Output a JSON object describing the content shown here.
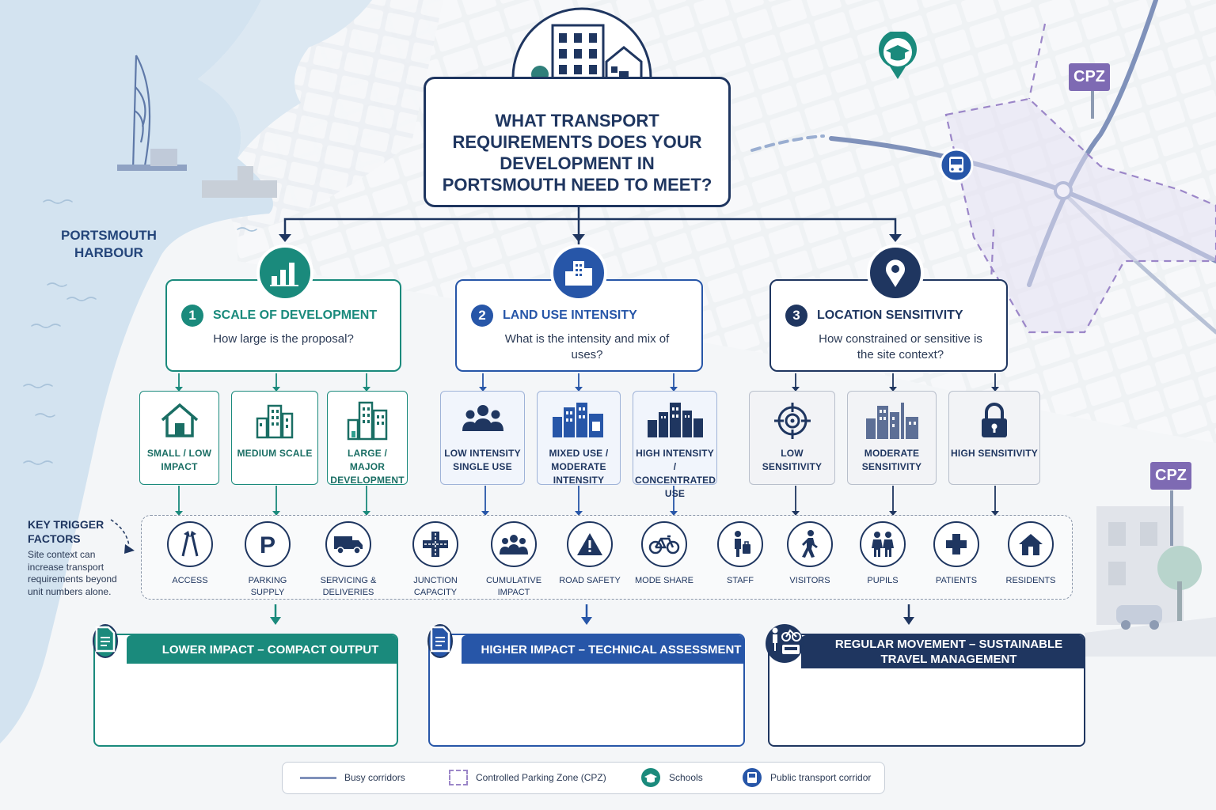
{
  "title": "WHAT TRANSPORT REQUIREMENTS DOES YOUR DEVELOPMENT IN PORTSMOUTH NEED TO MEET?",
  "map": {
    "harbour_label": "PORTSMOUTH HARBOUR",
    "cpz_sign": "CPZ"
  },
  "categories": [
    {
      "number": "1",
      "title": "SCALE OF DEVELOPMENT",
      "question": "How large is the proposal?",
      "icon": "bar-chart-icon",
      "color": "#1a8a7c"
    },
    {
      "number": "2",
      "title": "LAND USE INTENSITY",
      "question": "What is the intensity and mix of uses?",
      "icon": "buildings-icon",
      "color": "#2756a8"
    },
    {
      "number": "3",
      "title": "LOCATION SENSITIVITY",
      "question": "How constrained or sensitive is the site context?",
      "icon": "location-pin-icon",
      "color": "#1f3660"
    }
  ],
  "options": [
    {
      "label": "SMALL / LOW IMPACT",
      "icon": "house-icon"
    },
    {
      "label": "MEDIUM SCALE",
      "icon": "medium-buildings-icon"
    },
    {
      "label": "LARGE / MAJOR DEVELOPMENT",
      "icon": "large-buildings-icon"
    },
    {
      "label": "LOW INTENSITY SINGLE USE",
      "icon": "people-group-icon"
    },
    {
      "label": "MIXED USE / MODERATE INTENSITY",
      "icon": "mixed-use-icon"
    },
    {
      "label": "HIGH INTENSITY / CONCENTRATED USE",
      "icon": "dense-buildings-icon"
    },
    {
      "label": "LOW SENSITIVITY",
      "icon": "target-icon"
    },
    {
      "label": "MODERATE SENSITIVITY",
      "icon": "city-icon"
    },
    {
      "label": "HIGH SENSITIVITY",
      "icon": "padlock-icon"
    }
  ],
  "trigger_factors": {
    "title": "KEY TRIGGER FACTORS",
    "description": "Site context can increase transport requirements beyond unit numbers alone.",
    "items": [
      {
        "label": "ACCESS",
        "icon": "access-arrows-icon"
      },
      {
        "label": "PARKING SUPPLY",
        "icon": "parking-icon"
      },
      {
        "label": "SERVICING & DELIVERIES",
        "icon": "delivery-truck-icon"
      },
      {
        "label": "JUNCTION CAPACITY",
        "icon": "junction-icon"
      },
      {
        "label": "CUMULATIVE IMPACT",
        "icon": "crowd-icon"
      },
      {
        "label": "ROAD SAFETY",
        "icon": "warning-icon"
      },
      {
        "label": "MODE SHARE",
        "icon": "bicycle-icon"
      },
      {
        "label": "STAFF",
        "icon": "staff-icon"
      },
      {
        "label": "VISITORS",
        "icon": "walking-person-icon"
      },
      {
        "label": "PUPILS",
        "icon": "pupils-icon"
      },
      {
        "label": "PATIENTS",
        "icon": "medical-cross-icon"
      },
      {
        "label": "RESIDENTS",
        "icon": "home-icon"
      }
    ]
  },
  "outputs": [
    {
      "title": "LOWER IMPACT – COMPACT OUTPUT",
      "icon": "document-icon",
      "color": "#1a8a7c"
    },
    {
      "title": "HIGHER IMPACT – TECHNICAL ASSESSMENT",
      "icon": "document-icon",
      "color": "#2756a8"
    },
    {
      "title": "REGULAR MOVEMENT – SUSTAINABLE TRAVEL MANAGEMENT",
      "icon": "sustainable-travel-icon",
      "color": "#1f3660"
    }
  ],
  "legend": [
    {
      "label": "Busy corridors",
      "icon": "busy-corridor-line"
    },
    {
      "label": "Controlled Parking Zone (CPZ)",
      "icon": "cpz-dashed-box"
    },
    {
      "label": "Schools",
      "icon": "school-icon"
    },
    {
      "label": "Public transport corridor",
      "icon": "bus-icon"
    }
  ]
}
